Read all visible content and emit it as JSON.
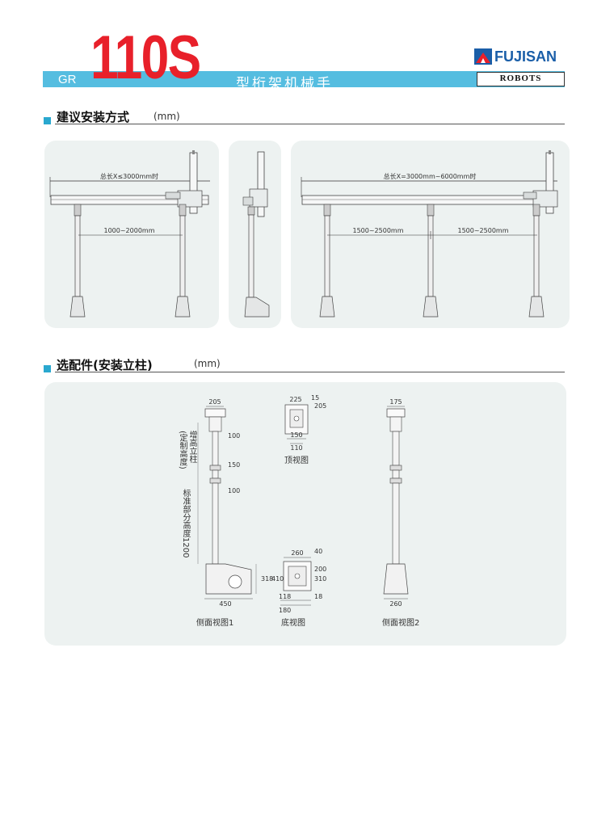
{
  "header": {
    "series_prefix": "GR",
    "model": "110S",
    "type_name": "型桁架机械手",
    "brand": "FUJISAN",
    "brand_sub": "ROBOTS",
    "accent_color": "#55bde0",
    "model_color": "#e8202a",
    "brand_color": "#1a5ea8"
  },
  "section1": {
    "title": "建议安装方式",
    "unit": "(mm)",
    "diagram_a": {
      "total_length": "总长X≤3000mm时",
      "span": "1000~2000mm"
    },
    "diagram_c": {
      "total_length": "总长X=3000mm~6000mm时",
      "span_left": "1500~2500mm",
      "span_right": "1500~2500mm"
    }
  },
  "section2": {
    "title": "选配件(安装立柱)",
    "unit": "(mm)",
    "side1": {
      "caption": "侧面视图1",
      "top_width": "205",
      "dim_1": "100",
      "dim_2": "150",
      "dim_3": "100",
      "base_height": "318",
      "base_width": "450",
      "label_extra": "增高立柱\n(定制高度)",
      "label_std": "标准部分高度1200"
    },
    "top_view": {
      "caption": "顶视图",
      "dim_a": "225",
      "dim_b": "205",
      "dim_c": "150",
      "dim_d": "110",
      "dim_e": "15"
    },
    "bottom_view": {
      "caption": "底视图",
      "dim_a": "260",
      "dim_b": "200",
      "dim_c": "40",
      "dim_d": "310",
      "dim_e": "410",
      "dim_f": "118",
      "dim_g": "180",
      "dim_h": "18"
    },
    "side2": {
      "caption": "侧面视图2",
      "top_width": "175",
      "base_width": "260"
    }
  }
}
